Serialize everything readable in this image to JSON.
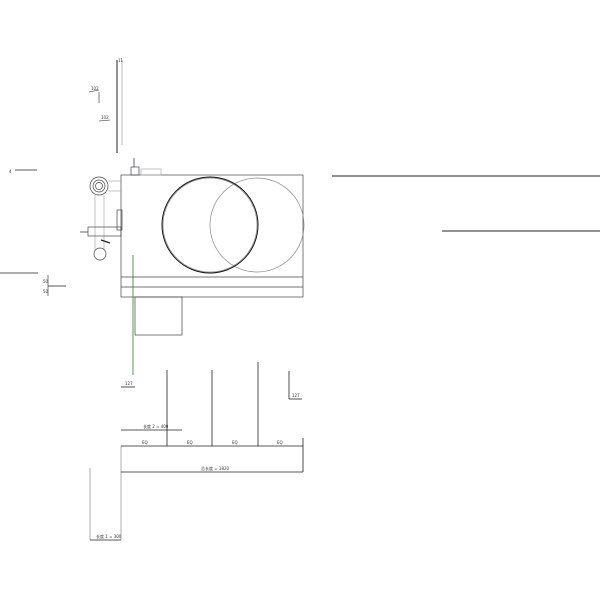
{
  "dimensions": {
    "top_small": "11",
    "top_a": "102",
    "top_b": "102",
    "left_mark": "4",
    "left_low_a": "50",
    "left_low_b": "50",
    "dim_127_left": "127",
    "dim_127_right": "127",
    "length2": "长度 2 = 400",
    "eq": [
      "EQ",
      "EQ",
      "EQ",
      "EQ"
    ],
    "total_length": "总长度 = 1820",
    "length1": "长度 1 = 300"
  },
  "colors": {
    "line": "#222222",
    "thin": "#888888",
    "green": "#2e7d32",
    "blue": "#1a237e"
  }
}
